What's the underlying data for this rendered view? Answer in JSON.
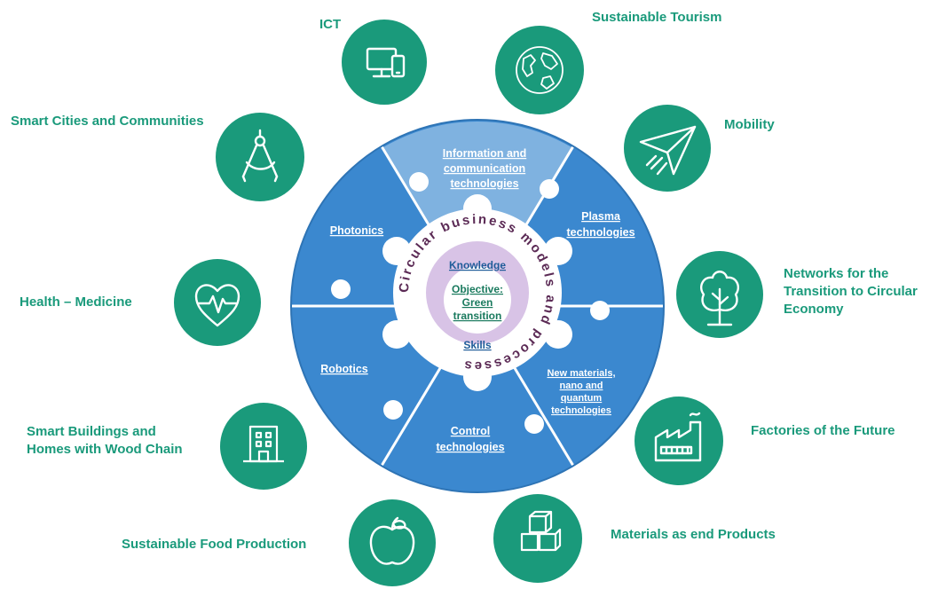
{
  "outer_topics": [
    {
      "id": "ict",
      "label": "ICT",
      "icon": "devices-icon"
    },
    {
      "id": "tourism",
      "label": "Sustainable Tourism",
      "icon": "globe-icon"
    },
    {
      "id": "mobility",
      "label": "Mobility",
      "icon": "paper-plane-icon"
    },
    {
      "id": "networks",
      "lines": [
        "Networks for the",
        "Transition to Circular",
        "Economy"
      ],
      "icon": "tree-icon"
    },
    {
      "id": "factories",
      "label": "Factories of the Future",
      "icon": "factory-icon"
    },
    {
      "id": "materials",
      "label": "Materials as end Products",
      "icon": "cubes-icon"
    },
    {
      "id": "food",
      "label": "Sustainable Food Production",
      "icon": "apple-icon"
    },
    {
      "id": "buildings",
      "lines": [
        "Smart Buildings and",
        "Homes with Wood Chain"
      ],
      "icon": "building-icon"
    },
    {
      "id": "health",
      "label": "Health – Medicine",
      "icon": "heart-pulse-icon"
    },
    {
      "id": "cities",
      "label": "Smart Cities and Communities",
      "icon": "compass-icon"
    }
  ],
  "puzzle_segments": [
    {
      "id": "ict-tech",
      "lines": [
        "Information and",
        "communication",
        "technologies"
      ]
    },
    {
      "id": "plasma",
      "lines": [
        "Plasma",
        "technologies"
      ]
    },
    {
      "id": "materials-tech",
      "lines": [
        "New materials,",
        "nano and",
        "quantum",
        "technologies"
      ]
    },
    {
      "id": "control",
      "lines": [
        "Control",
        "technologies"
      ]
    },
    {
      "id": "robotics",
      "lines": [
        "Robotics"
      ]
    },
    {
      "id": "photonics",
      "lines": [
        "Photonics"
      ]
    }
  ],
  "hub": {
    "ring_text": "Circular business models and processes",
    "knowledge": "Knowledge",
    "objective": [
      "Objective:",
      "Green",
      "transition"
    ],
    "skills": "Skills"
  },
  "colors": {
    "teal": "#1a9a7b",
    "segment_blue": "#3b88cf",
    "segment_light_blue": "#7fb2e0",
    "ring_text": "#5b2a55",
    "hub_text_blue": "#1f5c99",
    "hub_text_green": "#1a7a5e",
    "spellcheck_underline": "#c2185b"
  }
}
